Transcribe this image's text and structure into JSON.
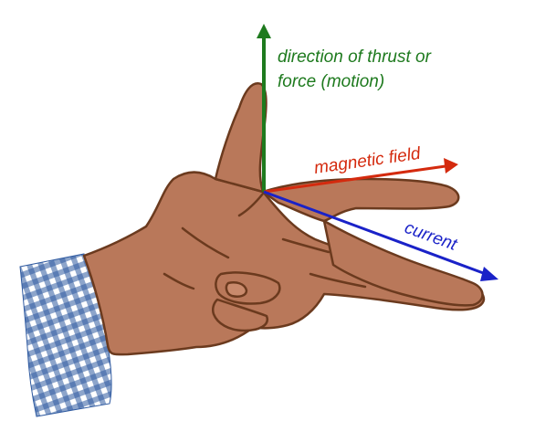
{
  "labels": {
    "thrust_line1": "direction of thrust or",
    "thrust_line2": "force (motion)",
    "field": "magnetic field",
    "current": "current"
  },
  "colors": {
    "thrust": "#1e7a1e",
    "field": "#d42a0e",
    "current": "#1a22c8",
    "skin": "#b9785a",
    "outline": "#6b3a1e",
    "cuff_blue": "#2f5aa0"
  },
  "icons": {
    "hand": "left-hand-icon",
    "cuff": "gingham-cuff-icon"
  }
}
